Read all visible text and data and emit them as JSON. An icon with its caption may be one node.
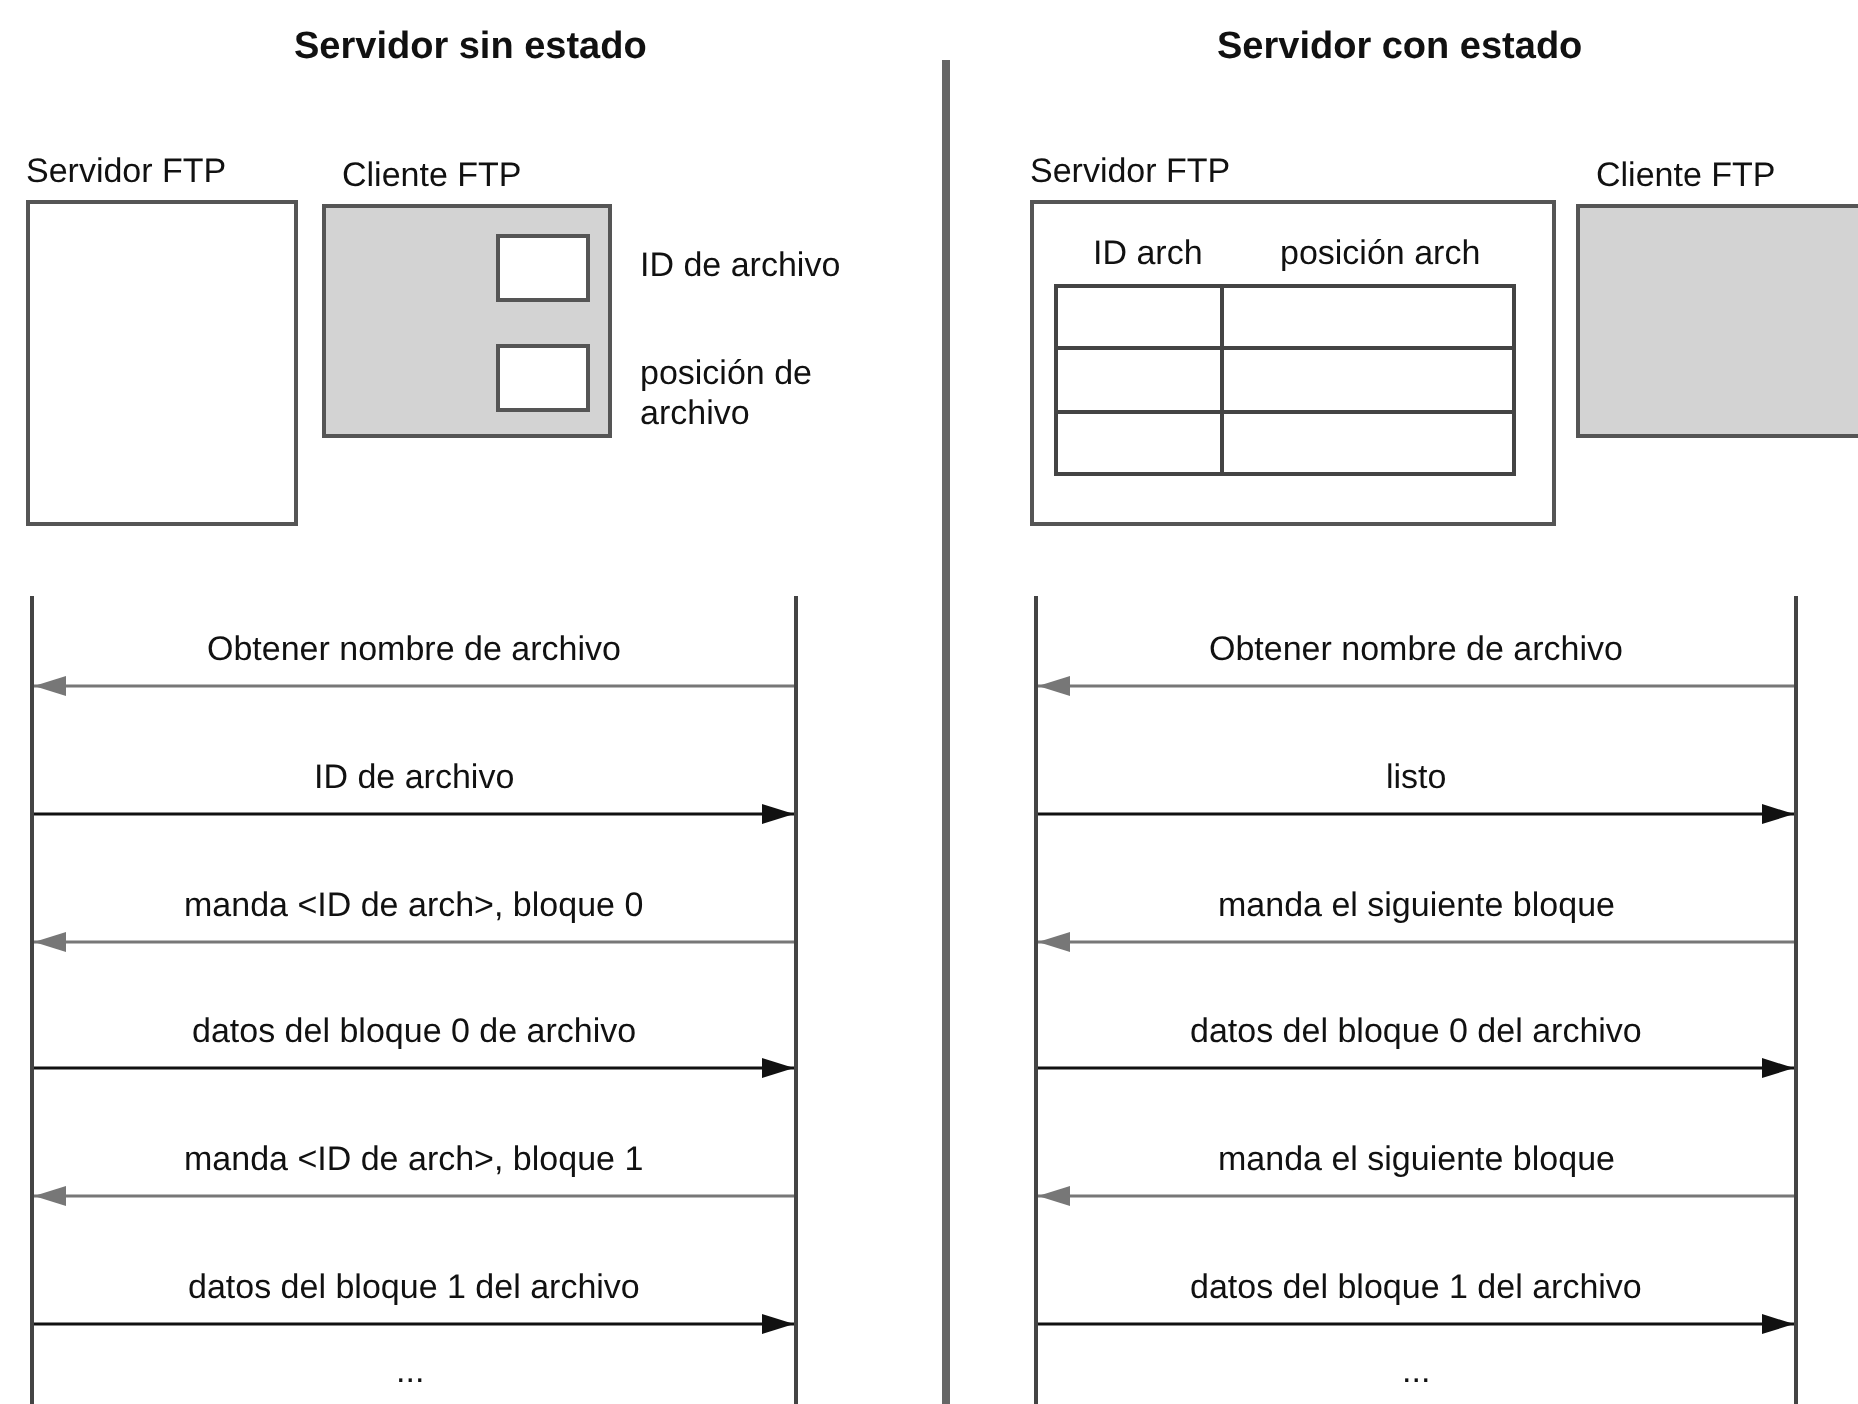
{
  "diagram": {
    "nodes": [
      {
        "text": [
          "Servidor FTP"
        ]
      },
      {
        "text": [
          "Cliente FTP"
        ]
      },
      {
        "text": [],
        "shape": "box",
        "in": 1,
        "beside": [
          "ID de archivo"
        ]
      },
      {
        "text": [],
        "shape": "box",
        "in": 1,
        "beside": [
          "posición de archivo"
        ]
      },
      {
        "text": [],
        "shape": "bar"
      },
      {
        "text": [],
        "shape": "bar"
      },
      {
        "text": [
          "Servidor FTP"
        ]
      },
      {
        "text": [
          "Cliente FTP"
        ]
      },
      {
        "text": [],
        "shape": "bar"
      },
      {
        "text": [],
        "shape": "bar"
      }
    ],
    "edges": [
      {
        "from": 5,
        "to": 4,
        "arrow": "to",
        "label": "Obtener nombre de archivo",
        "color": "#777777"
      },
      {
        "from": 4,
        "to": 5,
        "arrow": "to",
        "label": "ID de archivo",
        "color": "#111111"
      },
      {
        "from": 5,
        "to": 4,
        "arrow": "to",
        "label": "manda <ID de arch>, bloque 0",
        "color": "#777777"
      },
      {
        "from": 4,
        "to": 5,
        "arrow": "to",
        "label": "datos del bloque 0 de archivo",
        "color": "#111111"
      },
      {
        "from": 5,
        "to": 4,
        "arrow": "to",
        "label": "manda <ID de arch>, bloque 1",
        "color": "#777777"
      },
      {
        "from": 4,
        "to": 5,
        "arrow": "to",
        "label": "datos del bloque 1 del archivo",
        "color": "#111111"
      },
      {
        "from": 9,
        "to": 8,
        "arrow": "to",
        "label": "Obtener nombre de archivo",
        "color": "#777777"
      },
      {
        "from": 8,
        "to": 9,
        "arrow": "to",
        "label": "listo",
        "color": "#111111"
      },
      {
        "from": 9,
        "to": 8,
        "arrow": "to",
        "label": "manda el siguiente bloque",
        "color": "#777777"
      },
      {
        "from": 8,
        "to": 9,
        "arrow": "to",
        "label": "datos del bloque 0 del archivo",
        "color": "#111111"
      },
      {
        "from": 9,
        "to": 8,
        "arrow": "to",
        "label": "manda el siguiente bloque",
        "color": "#777777"
      },
      {
        "from": 8,
        "to": 9,
        "arrow": "to",
        "label": "datos del bloque 1 del archivo",
        "color": "#111111"
      }
    ],
    "labels": [
      "Servidor sin estado",
      "Servidor con estado",
      "ID arch",
      "posición arch",
      "...",
      "..."
    ]
  }
}
